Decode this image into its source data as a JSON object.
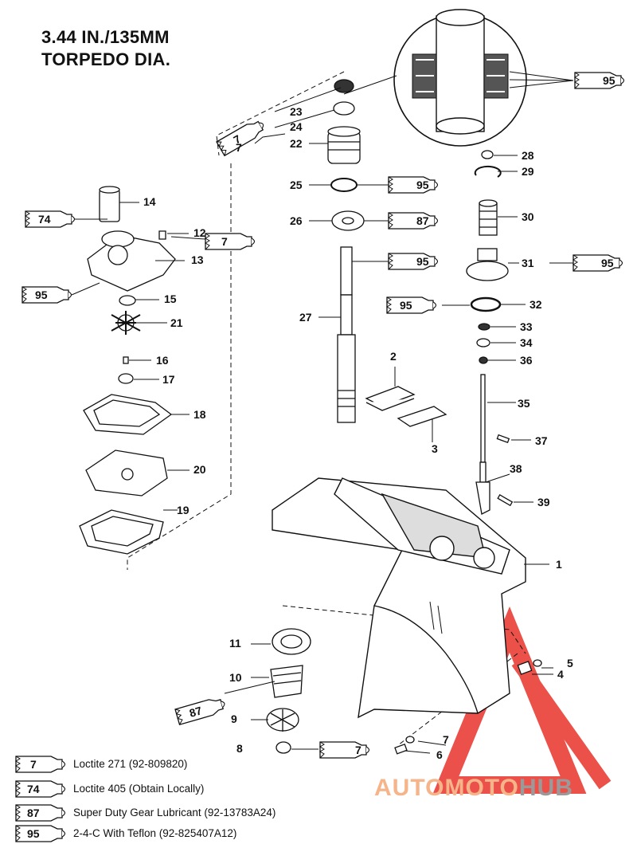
{
  "title": {
    "line1": "3.44 IN./135MM",
    "line2": "TORPEDO DIA."
  },
  "parts": [
    "1",
    "2",
    "3",
    "4",
    "5",
    "6",
    "7",
    "7",
    "8",
    "9",
    "10",
    "11",
    "12",
    "13",
    "14",
    "15",
    "16",
    "17",
    "18",
    "19",
    "20",
    "21",
    "22",
    "23",
    "24",
    "25",
    "26",
    "27",
    "28",
    "29",
    "30",
    "31",
    "32",
    "33",
    "34",
    "35",
    "36",
    "37",
    "38",
    "39"
  ],
  "tube_numbers": {
    "t7": "7",
    "t74": "74",
    "t87": "87",
    "t95": "95"
  },
  "legend": [
    {
      "tube": "7",
      "text": "Loctite 271 (92-809820)"
    },
    {
      "tube": "74",
      "text": "Loctite 405  (Obtain Locally)"
    },
    {
      "tube": "87",
      "text": "Super Duty Gear Lubricant (92-13783A24)"
    },
    {
      "tube": "95",
      "text": "2-4-C  With Teflon (92-825407A12)"
    }
  ],
  "watermark": {
    "part1": "AUTOMOTO",
    "part2": "HUB"
  },
  "colors": {
    "line": "#111111",
    "watermark_red": "#e8332a",
    "watermark_orange": "#f6b48a",
    "watermark_gray": "#9a9a9a"
  }
}
